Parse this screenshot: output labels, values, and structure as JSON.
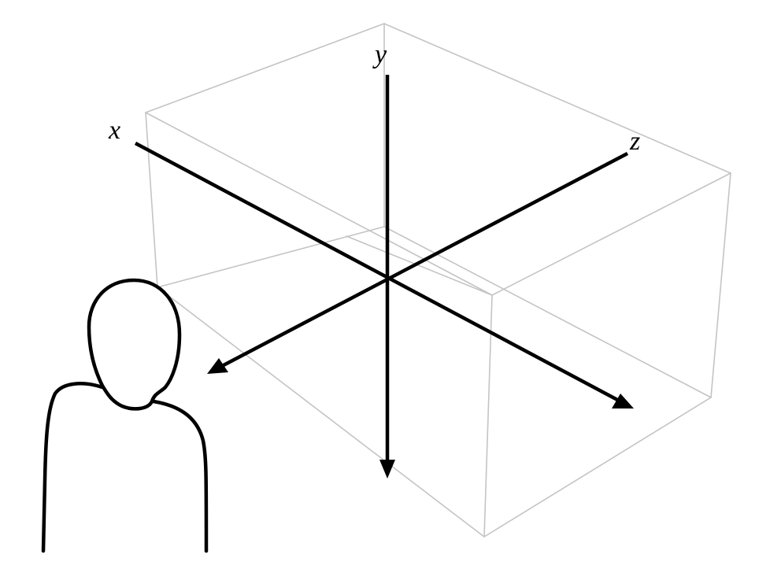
{
  "axes": {
    "x_label": "x",
    "y_label": "y",
    "z_label": "z"
  },
  "colors": {
    "box_edges": "#c4c4c4",
    "axes": "#000000",
    "figure_outline": "#000000",
    "background": "#ffffff"
  },
  "icons": {
    "observer": "person-silhouette-icon"
  }
}
